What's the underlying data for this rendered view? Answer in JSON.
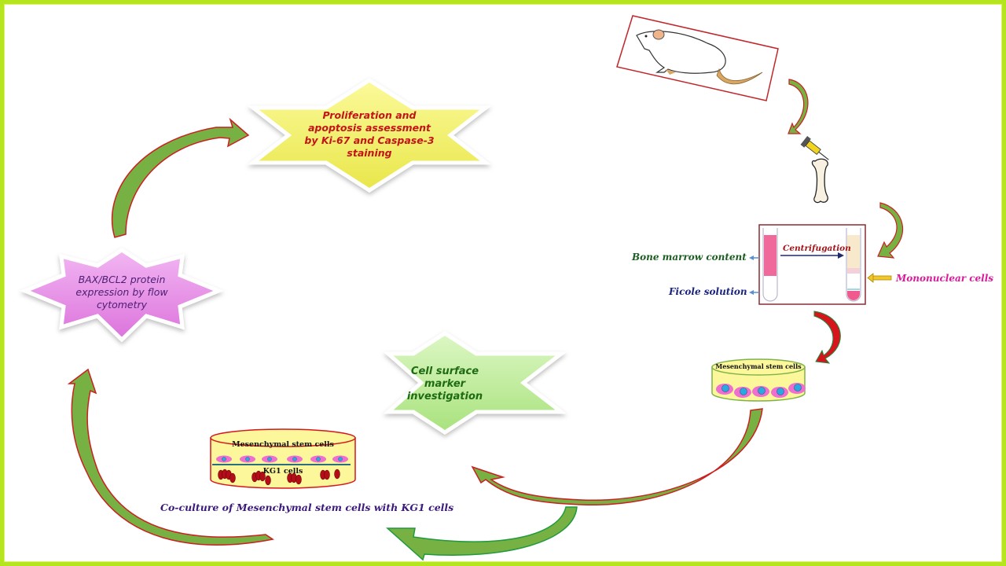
{
  "title": "Experimental workflow: bone marrow MSC isolation and co-culture with KG1 cells",
  "colors": {
    "frame_border": "#b5e61d",
    "arrow_fill": "#77b144",
    "arrow_outline": "#cc1f1f",
    "star_proliferation": "#f5f36e",
    "star_bax": "#e98ee9",
    "star_surface": "#bfee9d",
    "dish_fill": "#fbf79a",
    "msc_cell": "#ee6fd0",
    "msc_nucleus": "#2ba8e0",
    "kg1_cell": "#b30d17"
  },
  "steps": {
    "proliferation": "Proliferation and apoptosis assessment by Ki-67 and Caspase-3 staining",
    "proliferation_lines": [
      "Proliferation and",
      "apoptosis assessment",
      "by Ki-67 and Caspase-3",
      "staining"
    ],
    "bax_lines": [
      "BAX/BCL2 protein",
      "expression by flow",
      "cytometry"
    ],
    "surface_lines": [
      "Cell surface",
      "marker",
      "investigation"
    ]
  },
  "centrifuge": {
    "label": "Centrifugation",
    "bone_marrow_label": "Bone marrow content",
    "ficole_label": "Ficole solution",
    "mononuclear_label": "Mononuclear cells"
  },
  "msc_dish": {
    "label": "Mesenchymal stem cells"
  },
  "coculture_dish": {
    "top_label": "Mesenchymal stem cells",
    "bottom_label": "KG1 cells",
    "caption": "Co-culture of Mesenchymal stem cells with KG1 cells"
  },
  "icons": [
    "mouse-icon",
    "syringe-icon",
    "bone-icon",
    "test-tube-icon",
    "culture-dish-icon",
    "curved-arrow-icon"
  ]
}
